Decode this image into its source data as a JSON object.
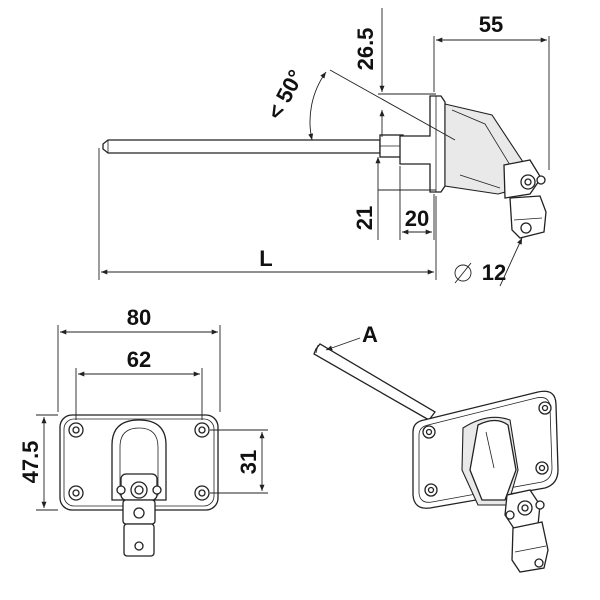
{
  "title": "",
  "dimensions": {
    "side_view": {
      "plate_height": "26.5",
      "reach": "55",
      "angle": "< 50°",
      "offset_height": "21",
      "flange_width": "20",
      "length": "L",
      "bore": "12",
      "diameter_symbol": "Ø"
    },
    "front_view": {
      "outer_width": "80",
      "hole_spacing_x": "62",
      "plate_height": "47.5",
      "hole_spacing_y": "31"
    },
    "iso_view": {
      "label": "A"
    }
  }
}
